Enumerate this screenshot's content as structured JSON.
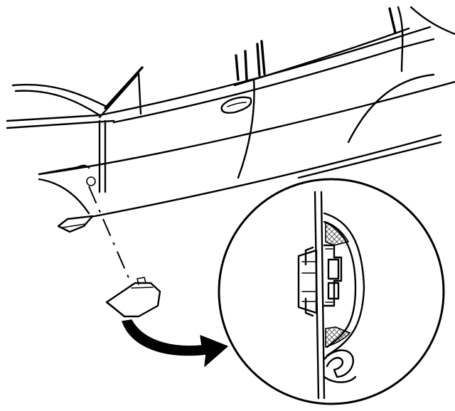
{
  "diagram": {
    "stroke_color": "#000000",
    "background_color": "#ffffff",
    "parts": [
      {
        "name": "vehicle-body-side",
        "kind": "line-art"
      },
      {
        "name": "door-handle",
        "kind": "line-art"
      },
      {
        "name": "fender-lamp-housing",
        "kind": "line-art"
      },
      {
        "name": "side-marker-lamp",
        "kind": "line-art"
      },
      {
        "name": "install-direction-dashed-line",
        "kind": "indicator"
      },
      {
        "name": "detail-view-arrow",
        "kind": "indicator"
      },
      {
        "name": "detail-circle-callout",
        "kind": "inset"
      }
    ]
  }
}
